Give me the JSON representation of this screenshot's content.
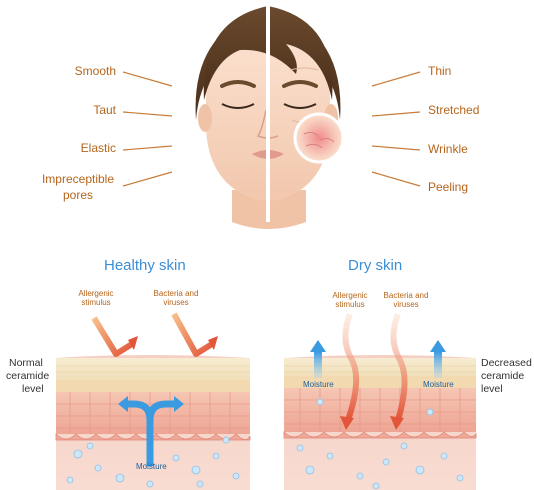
{
  "face": {
    "left_labels": [
      "Smooth",
      "Taut",
      "Elastic",
      "Impreceptible",
      "pores"
    ],
    "right_labels": [
      "Thin",
      "Stretched",
      "Wrinkle",
      "Peeling"
    ]
  },
  "healthy": {
    "title": "Healthy skin",
    "allergen": [
      "Allergenic",
      "stimulus"
    ],
    "bacteria": [
      "Bacteria and",
      "viruses"
    ],
    "moisture": "Moisture",
    "side_label": [
      "Normal",
      "ceramide",
      "level"
    ]
  },
  "dry": {
    "title": "Dry skin",
    "allergen": [
      "Allergenic",
      "stimulus"
    ],
    "bacteria": [
      "Bacteria and",
      "viruses"
    ],
    "moisture_left": "Moisture",
    "moisture_right": "Moisture",
    "side_label": [
      "Decreased",
      "ceramide",
      "level"
    ]
  },
  "colors": {
    "label": "#b5651d",
    "title": "#3a8fd6",
    "arrow_blue": "#3a9be0",
    "arrow_red": "#e2553a",
    "skin_top": "#f4e6c6",
    "skin_pink": "#f2b7ab",
    "skin_deep": "#f3c9be"
  }
}
